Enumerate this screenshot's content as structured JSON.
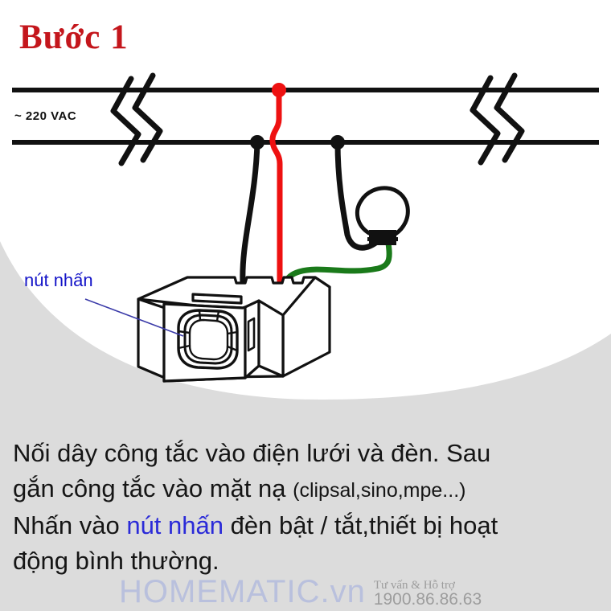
{
  "title": "Bước 1",
  "diagram": {
    "mains_label": "~ 220 VAC",
    "button_label": "nút nhấn",
    "icons": {
      "bulb": "light-bulb-icon",
      "switch": "wall-switch-icon",
      "break_left": "wire-break-symbol",
      "break_right": "wire-break-symbol"
    },
    "wires": [
      {
        "name": "live-wire",
        "color": "#ee1111"
      },
      {
        "name": "neutral-wire",
        "color": "#111111"
      },
      {
        "name": "lamp-wire",
        "color": "#111111"
      },
      {
        "name": "load-wire",
        "color": "#1a7a1a"
      }
    ],
    "junctions": [
      {
        "name": "live-junction",
        "color": "#ee1111"
      },
      {
        "name": "neutral-junction-switch",
        "color": "#111111"
      },
      {
        "name": "neutral-junction-lamp",
        "color": "#111111"
      }
    ]
  },
  "caption": {
    "line1": "Nối dây công tắc vào điện lưới và đèn. Sau",
    "line2a": "gắn công tắc vào mặt nạ ",
    "line2b": "(clipsal,sino,mpe...)",
    "line3a": "Nhấn vào ",
    "line3b": "nút nhấn",
    "line3c": " đèn bật / tắt,thiết bị hoạt",
    "line4": "động bình thường."
  },
  "watermark": {
    "logo": "HOMEMATIC.vn",
    "support_label": "Tư vấn & Hỗ trợ",
    "phone": "1900.86.86.63"
  },
  "colors": {
    "title_red": "#c4161c",
    "wire_red": "#ee1111",
    "wire_green": "#1a7a1a",
    "label_blue": "#1414c8",
    "background_grey": "#dcdcdc",
    "watermark_blue": "#b9c0dd"
  }
}
